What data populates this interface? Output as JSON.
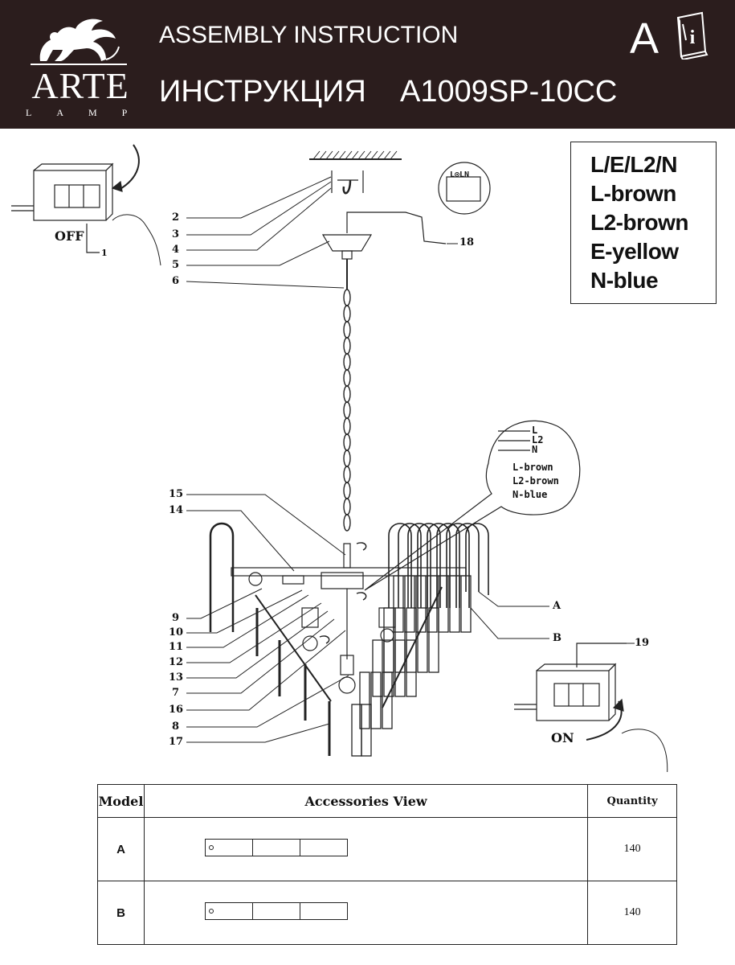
{
  "header": {
    "brand": "ARTE",
    "brand_sub": "LAMP",
    "title_en": "ASSEMBLY  INSTRUCTION",
    "title_ru": "ИНСТРУКЦИЯ",
    "model": "A1009SP-10CC",
    "letter": "A",
    "info_icon": "info-book-icon"
  },
  "wiring_legend": {
    "lines": [
      "L/E/L2/N",
      "L-brown",
      "L2-brown",
      "E-yellow",
      "N-blue"
    ]
  },
  "diagram": {
    "switch_off_label": "OFF",
    "switch_on_label": "ON",
    "terminal_labels": [
      "L",
      "L2",
      "N"
    ],
    "bubble_lines": [
      "L-brown",
      "L2-brown",
      "N-blue"
    ],
    "top_terminal": "L⊙LN",
    "part_numbers": {
      "p1": "1",
      "p2": "2",
      "p3": "3",
      "p4": "4",
      "p5": "5",
      "p6": "6",
      "p7": "7",
      "p8": "8",
      "p9": "9",
      "p10": "10",
      "p11": "11",
      "p12": "12",
      "p13": "13",
      "p14": "14",
      "p15": "15",
      "p16": "16",
      "p17": "17",
      "p18": "18",
      "p19": "19",
      "pA": "A",
      "pB": "B"
    }
  },
  "accessories_table": {
    "headers": {
      "model": "Model",
      "view": "Accessories View",
      "quantity": "Quantity"
    },
    "rows": [
      {
        "model": "A",
        "quantity": "140"
      },
      {
        "model": "B",
        "quantity": "140"
      }
    ]
  }
}
